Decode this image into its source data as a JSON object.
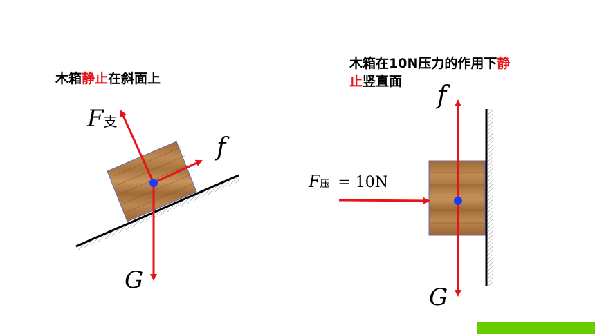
{
  "left": {
    "caption": {
      "part1": "木箱",
      "highlight": "静止",
      "part2": "在斜面上"
    },
    "labels": {
      "normal_force": "F",
      "normal_force_sub": "支",
      "friction": "f",
      "gravity": "G"
    }
  },
  "right": {
    "caption": {
      "part1": "木箱在10N压力的作用下",
      "highlight_a": "静",
      "highlight_b": "止",
      "part2": "竖直面"
    },
    "labels": {
      "press_force": "F",
      "press_force_sub": "压",
      "press_force_value": "= 10N",
      "friction": "f",
      "gravity": "G"
    }
  },
  "colors": {
    "force_arrow": "#e8131a",
    "center_dot": "#1a3cff",
    "accent_bar": "#66cc00",
    "highlight_text": "#e8131a",
    "wood": "#b07a44"
  }
}
